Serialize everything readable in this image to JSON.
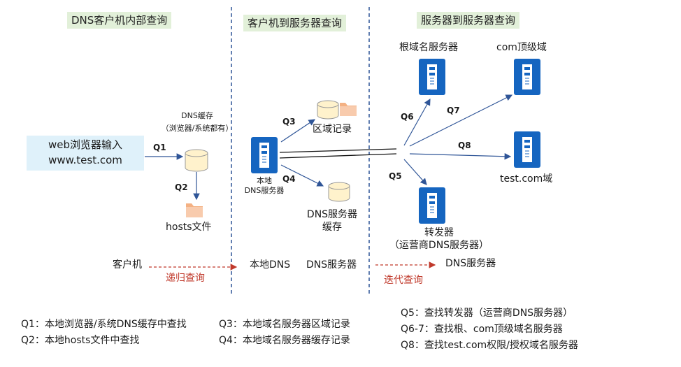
{
  "sections": {
    "client_internal": "DNS客户机内部查询",
    "client_to_server": "客户机到服务器查询",
    "server_to_server": "服务器到服务器查询"
  },
  "client": {
    "browser_line1": "web浏览器输入",
    "browser_line2": "www.test.com",
    "cache_line1": "DNS缓存",
    "cache_line2": "（浏览器/系统都有）",
    "hosts": "hosts文件",
    "q1": "Q1",
    "q2": "Q2"
  },
  "local_dns": {
    "label_line1": "本地",
    "label_line2": "DNS服务器",
    "zone_record": "区域记录",
    "cache_line1": "DNS服务器",
    "cache_line2": "缓存",
    "q3": "Q3",
    "q4": "Q4"
  },
  "servers": {
    "root": "根域名服务器",
    "com": "com顶级域",
    "test": "test.com域",
    "forwarder_line1": "转发器",
    "forwarder_line2": "（运营商DNS服务器）",
    "q5": "Q5",
    "q6": "Q6",
    "q7": "Q7",
    "q8": "Q8"
  },
  "flow": {
    "client": "客户机",
    "recursive": "递归查询",
    "local_dns": "本地DNS",
    "dns_server_a": "DNS服务器",
    "iterative": "迭代查询",
    "dns_server_b": "DNS服务器"
  },
  "legend": {
    "left": [
      "Q1：本地浏览器/系统DNS缓存中查找",
      "Q2：本地hosts文件中查找"
    ],
    "middle": [
      "Q3：本地域名服务器区域记录",
      "Q4：本地域名服务器缓存记录"
    ],
    "right": [
      "Q5：查找转发器（运营商DNS服务器）",
      "Q6-7：查找根、com顶级域名服务器",
      "Q8：查找test.com权限/授权域名服务器"
    ]
  },
  "colors": {
    "server_blue": "#1565c0",
    "arrow_blue": "#2f5597",
    "section_green": "#e2f0d9",
    "browser_box": "#dff1fa",
    "flow_red": "#c0392b",
    "cylinder_fill": "#fff2cc",
    "folder_orange": "#f4b183"
  }
}
